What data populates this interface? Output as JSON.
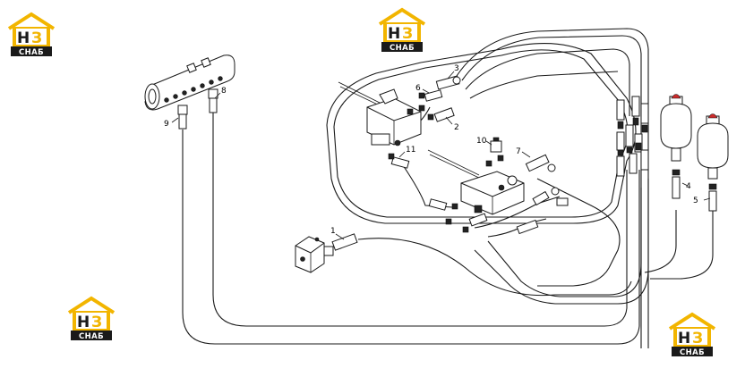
{
  "logos": [
    {
      "id": "logo-top-left",
      "mark_h": "H",
      "mark_3": "З",
      "word": "CHAБ",
      "color": "#f2b500"
    },
    {
      "id": "logo-top-center",
      "mark_h": "H",
      "mark_3": "З",
      "word": "CHAБ",
      "color": "#f2b500"
    },
    {
      "id": "logo-bottom-left",
      "mark_h": "H",
      "mark_3": "З",
      "word": "CHAБ",
      "color": "#f2b500"
    },
    {
      "id": "logo-bottom-right",
      "mark_h": "H",
      "mark_3": "З",
      "word": "CHAБ",
      "color": "#f2b500"
    }
  ],
  "callouts": [
    "1",
    "2",
    "3",
    "4",
    "5",
    "6",
    "7",
    "8",
    "9",
    "10",
    "11"
  ],
  "accumulator_cap_color": "#cc2b2b"
}
